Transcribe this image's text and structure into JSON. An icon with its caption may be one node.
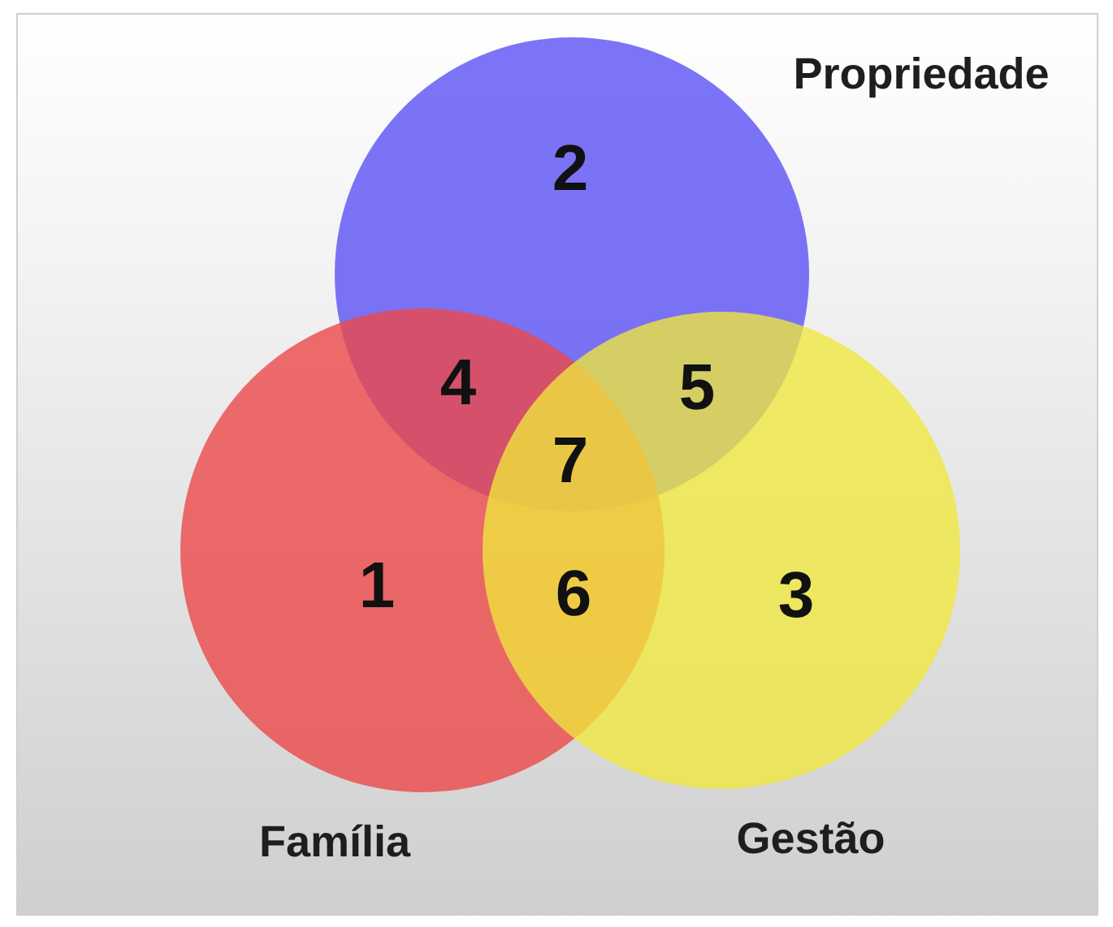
{
  "diagram": {
    "nodes": [
      {
        "text": [
          "Propriedade"
        ]
      },
      {
        "text": [
          "Família"
        ]
      },
      {
        "text": [
          "Gestão"
        ]
      }
    ],
    "labels": [
      "2",
      "4",
      "5",
      "7",
      "1",
      "6",
      "3"
    ]
  }
}
